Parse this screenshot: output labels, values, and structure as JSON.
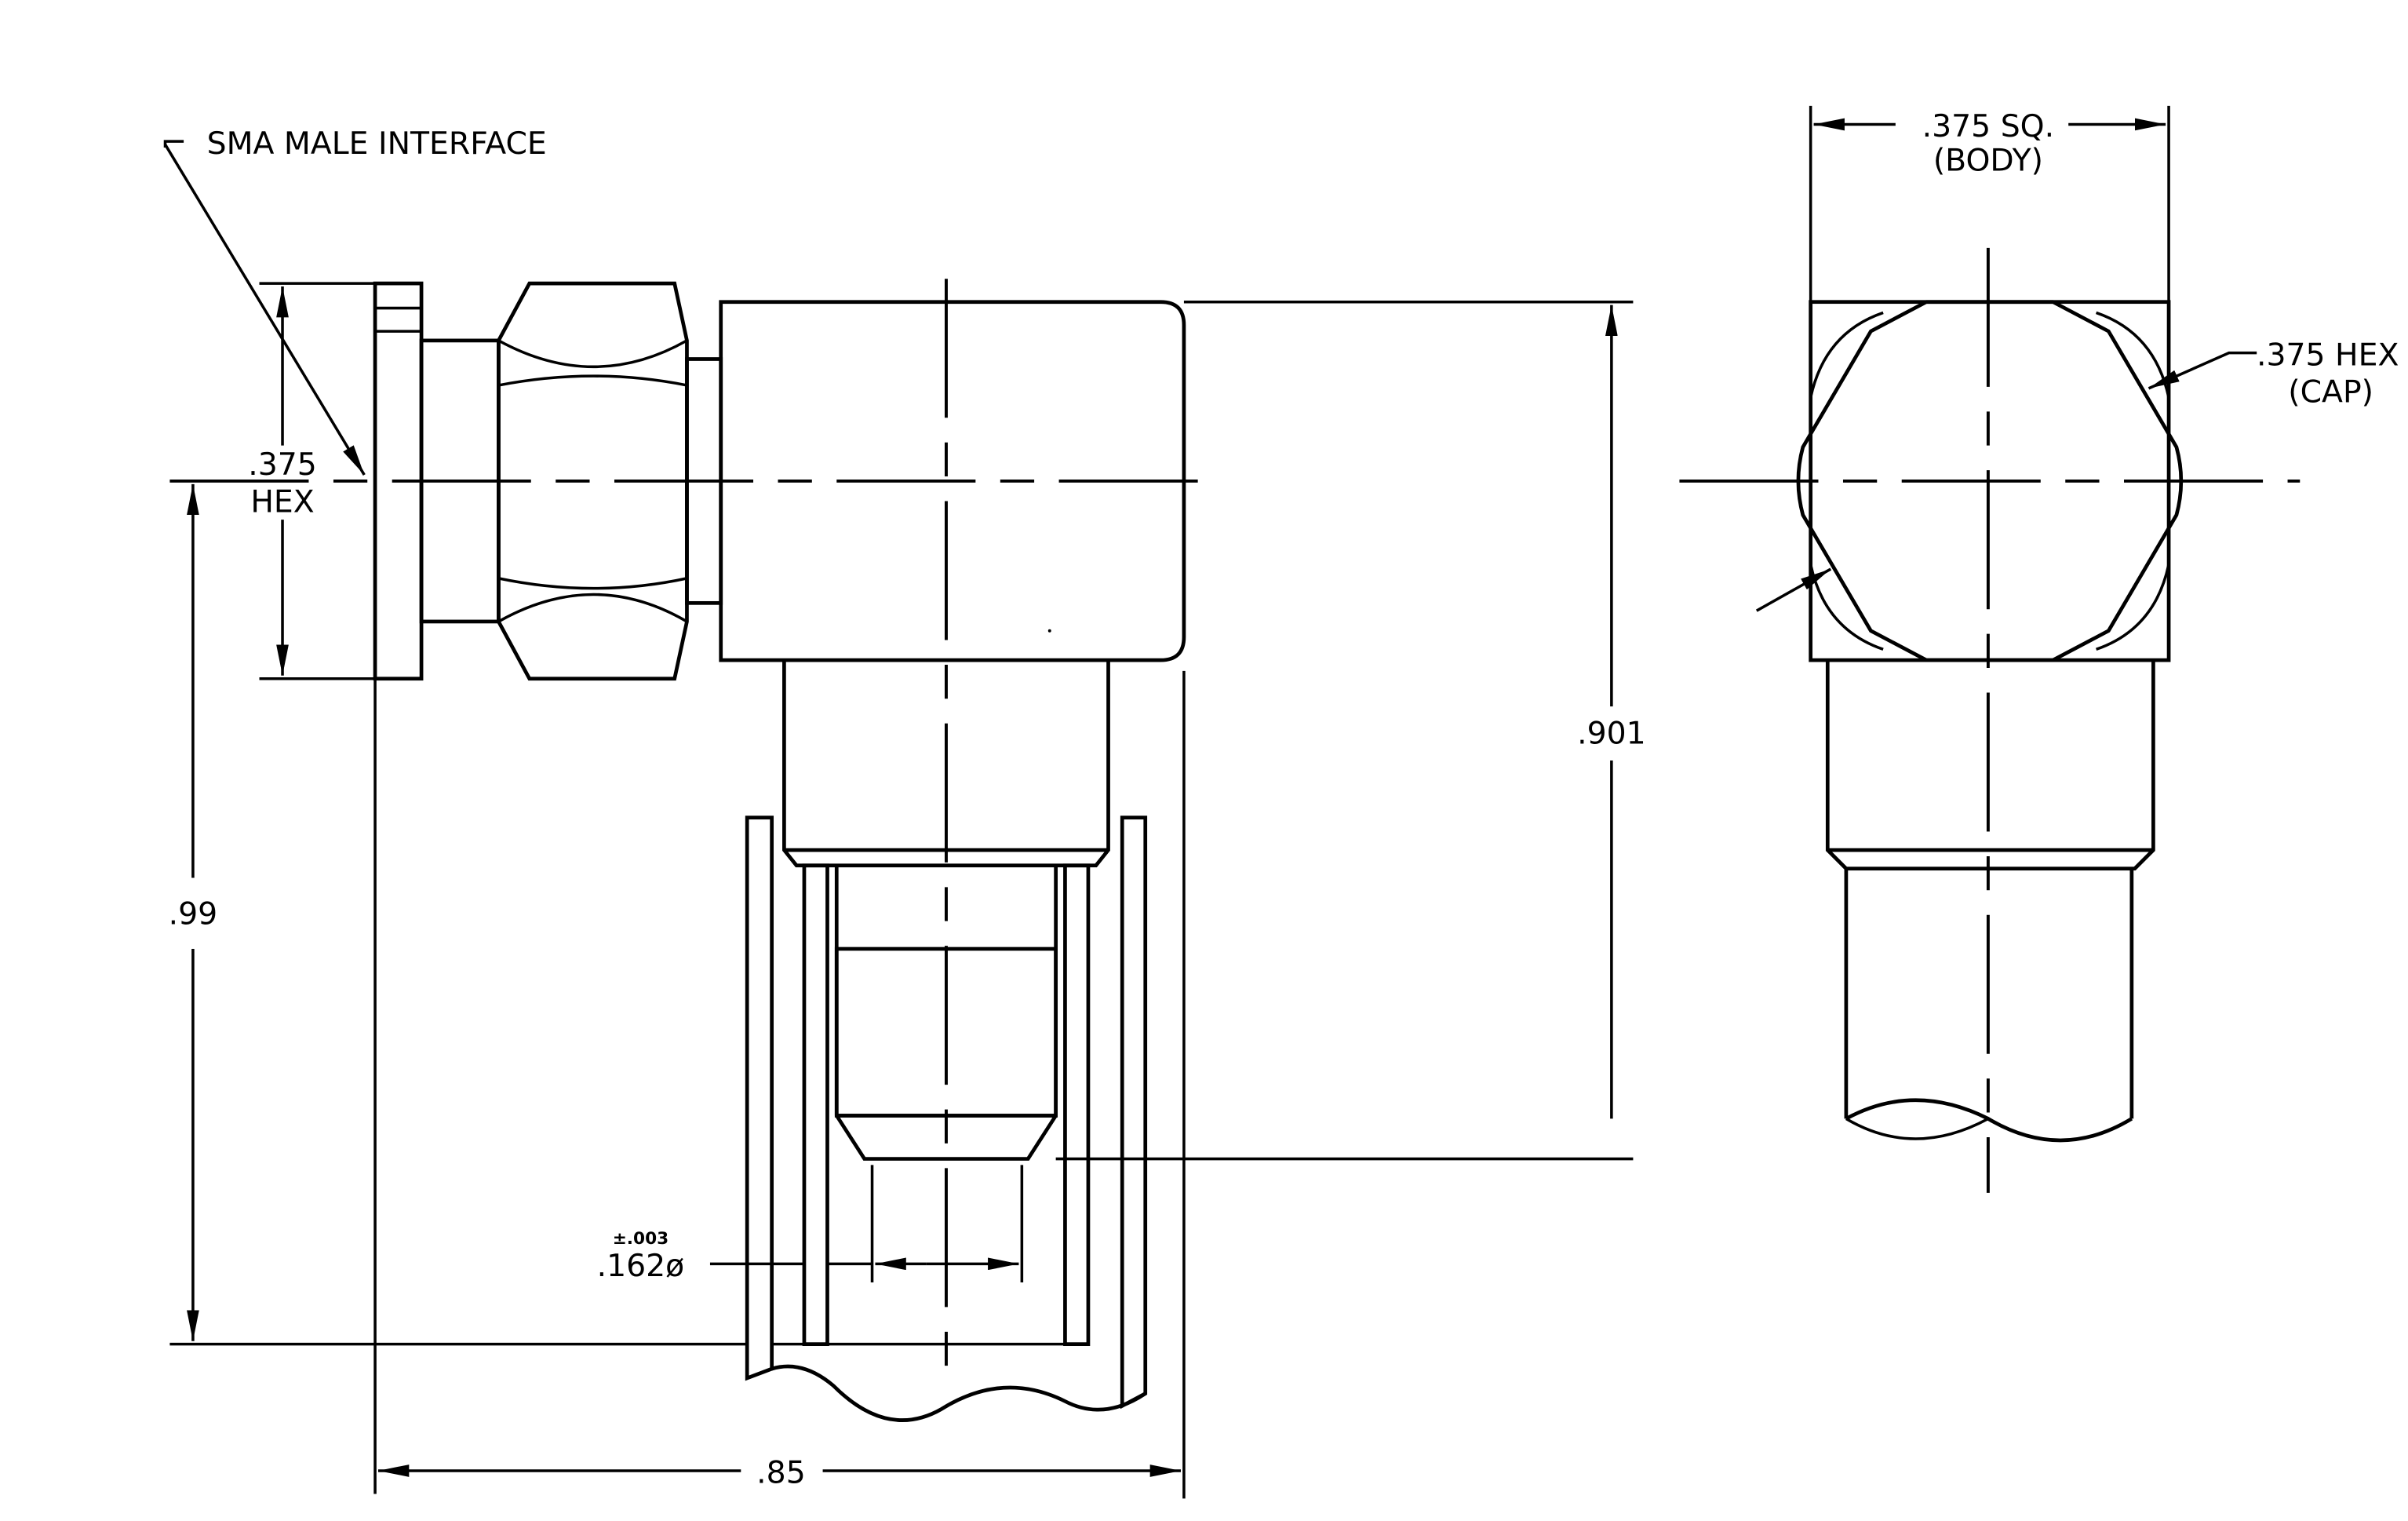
{
  "labels": {
    "interface_note": "SMA MALE INTERFACE",
    "hex_left_value": ".375",
    "hex_left_unit": "HEX",
    "body_square_value": ".375 SQ.",
    "body_square_note": "(BODY)",
    "hex_cap_value": ".375 HEX",
    "hex_cap_note": "(CAP)",
    "height_901": ".901",
    "height_99": ".99",
    "width_85": ".85",
    "bore_tolerance": "±.003",
    "bore_diameter": ".162ø"
  }
}
